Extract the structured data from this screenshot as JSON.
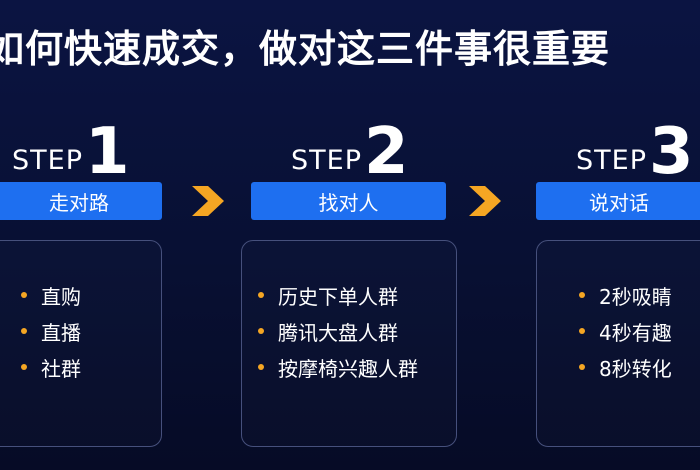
{
  "title": "如何快速成交，做对这三件事很重要",
  "steps": [
    {
      "word": "STEP",
      "number": "1",
      "label": "走对路",
      "items": [
        "直购",
        "直播",
        "社群"
      ]
    },
    {
      "word": "STEP",
      "number": "2",
      "label": "找对人",
      "items": [
        "历史下单人群",
        "腾讯大盘人群",
        "按摩椅兴趣人群"
      ]
    },
    {
      "word": "STEP",
      "number": "3",
      "label": "说对话",
      "items": [
        "2秒吸睛",
        "4秒有趣",
        "8秒转化"
      ]
    }
  ],
  "colors": {
    "background": "#0b1442",
    "pill": "#1e6ff0",
    "arrow": "#f5a623",
    "bullet": "#f5a623",
    "card_border": "#46507c"
  },
  "icons": {
    "arrow": "chevron-right-icon",
    "bullet": "dot-icon"
  }
}
